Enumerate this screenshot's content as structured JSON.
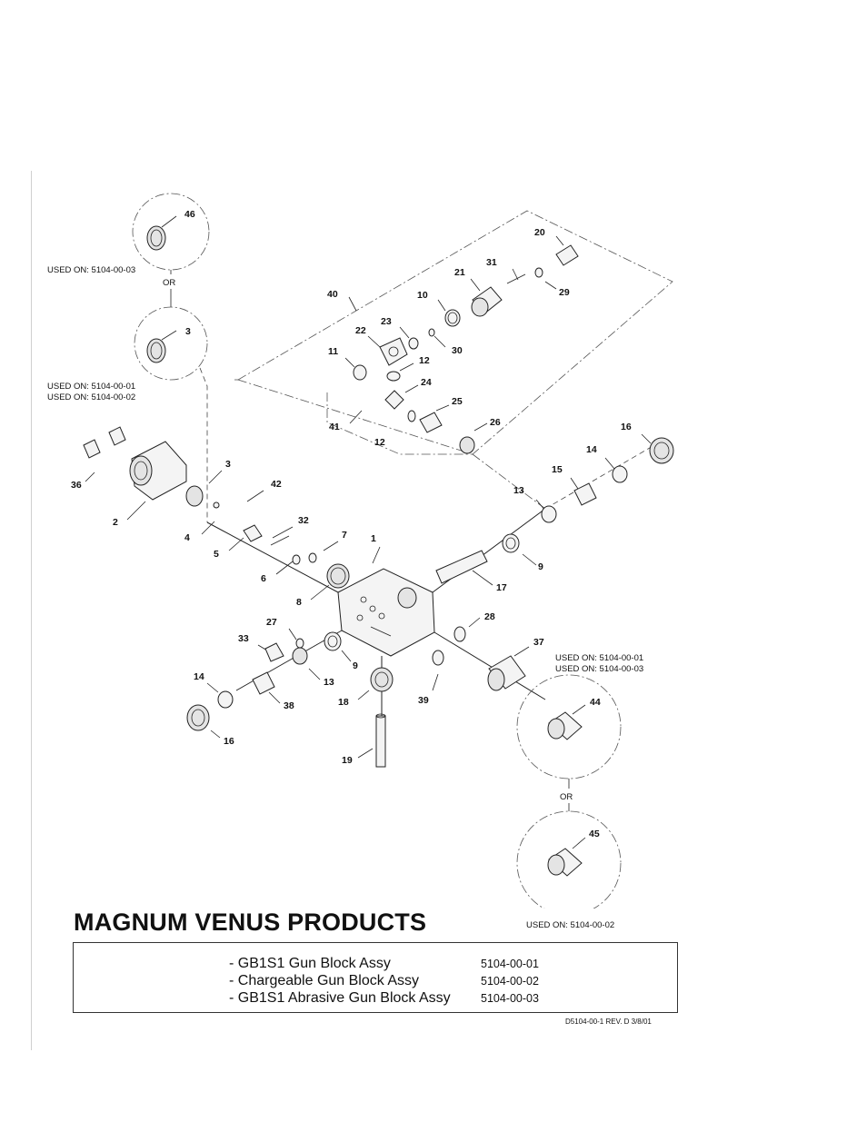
{
  "notes": {
    "top_option": "USED ON: 5104-00-03",
    "top_or": "OR",
    "mid_option_1": "USED ON: 5104-00-01",
    "mid_option_2": "USED ON: 5104-00-02",
    "right_option_1": "USED ON: 5104-00-01",
    "right_option_2": "USED ON: 5104-00-03",
    "right_or": "OR",
    "bottom_option": "USED ON: 5104-00-02"
  },
  "callouts": [
    "46",
    "3",
    "40",
    "22",
    "23",
    "10",
    "21",
    "31",
    "20",
    "29",
    "30",
    "11",
    "12",
    "24",
    "25",
    "26",
    "41",
    "12",
    "36",
    "2",
    "3",
    "42",
    "4",
    "5",
    "32",
    "7",
    "1",
    "6",
    "8",
    "13",
    "15",
    "14",
    "16",
    "9",
    "17",
    "27",
    "28",
    "33",
    "37",
    "14",
    "38",
    "13",
    "9",
    "18",
    "39",
    "16",
    "44",
    "45",
    "19"
  ],
  "footer": {
    "brand": "MAGNUM VENUS PRODUCTS",
    "assemblies": [
      {
        "desc": "- GB1S1 Gun Block Assy",
        "number": "5104-00-01"
      },
      {
        "desc": "- Chargeable Gun Block Assy",
        "number": "5104-00-02"
      },
      {
        "desc": "- GB1S1 Abrasive Gun Block Assy",
        "number": "5104-00-03"
      }
    ],
    "doc_ref": "D5104-00-1 REV. D    3/8/01"
  }
}
